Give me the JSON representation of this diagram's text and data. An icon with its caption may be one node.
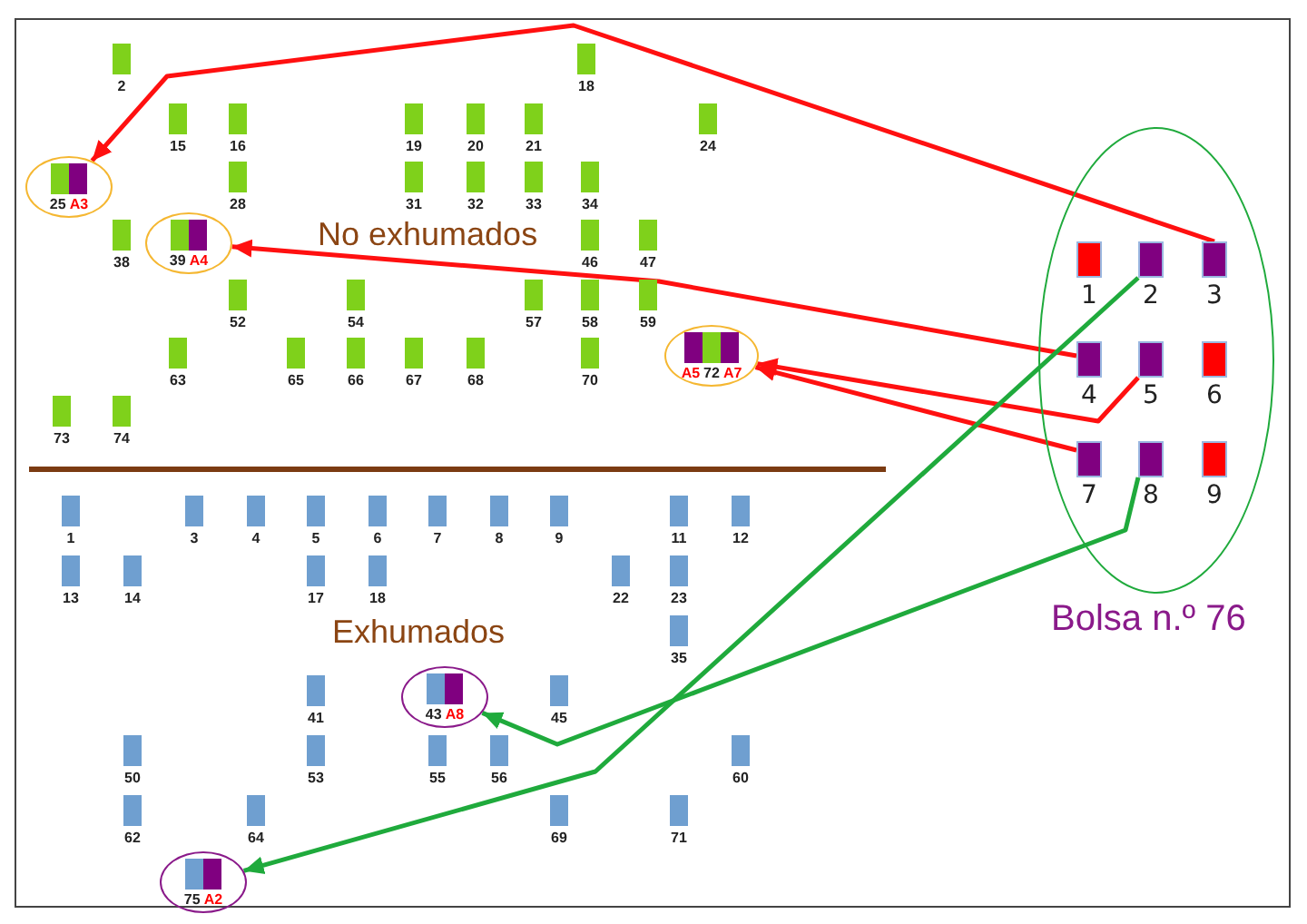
{
  "diagram": {
    "nodes": [
      {
        "text": [
          "2"
        ]
      },
      {
        "text": [
          "18"
        ]
      },
      {
        "text": [
          "15"
        ]
      },
      {
        "text": [
          "16"
        ]
      },
      {
        "text": [
          "19"
        ]
      },
      {
        "text": [
          "20"
        ]
      },
      {
        "text": [
          "21"
        ]
      },
      {
        "text": [
          "24"
        ]
      },
      {
        "text": [
          "25",
          "A3"
        ]
      },
      {
        "text": [
          "28"
        ]
      },
      {
        "text": [
          "31"
        ]
      },
      {
        "text": [
          "32"
        ]
      },
      {
        "text": [
          "33"
        ]
      },
      {
        "text": [
          "34"
        ]
      },
      {
        "text": [
          "38"
        ]
      },
      {
        "text": [
          "39",
          "A4"
        ]
      },
      {
        "text": [
          "46"
        ]
      },
      {
        "text": [
          "47"
        ]
      },
      {
        "text": [
          "52"
        ]
      },
      {
        "text": [
          "54"
        ]
      },
      {
        "text": [
          "57"
        ]
      },
      {
        "text": [
          "58"
        ]
      },
      {
        "text": [
          "59"
        ]
      },
      {
        "text": [
          "63"
        ]
      },
      {
        "text": [
          "65"
        ]
      },
      {
        "text": [
          "66"
        ]
      },
      {
        "text": [
          "67"
        ]
      },
      {
        "text": [
          "68"
        ]
      },
      {
        "text": [
          "70"
        ]
      },
      {
        "text": [
          "A5",
          "72",
          "A7"
        ]
      },
      {
        "text": [
          "73"
        ]
      },
      {
        "text": [
          "74"
        ]
      },
      {
        "text": [
          "Bolsa n.º 76"
        ]
      },
      {
        "text": [
          "1"
        ],
        "in": 32
      },
      {
        "text": [
          "2"
        ],
        "in": 32
      },
      {
        "text": [
          "3"
        ],
        "in": 32
      },
      {
        "text": [
          "4"
        ],
        "in": 32
      },
      {
        "text": [
          "5"
        ],
        "in": 32
      },
      {
        "text": [
          "6"
        ],
        "in": 32
      },
      {
        "text": [
          "7"
        ],
        "in": 32
      },
      {
        "text": [
          "8"
        ],
        "in": 32
      },
      {
        "text": [
          "9"
        ],
        "in": 32
      },
      {
        "text": [
          "1"
        ]
      },
      {
        "text": [
          "3"
        ]
      },
      {
        "text": [
          "4"
        ]
      },
      {
        "text": [
          "5"
        ]
      },
      {
        "text": [
          "6"
        ]
      },
      {
        "text": [
          "7"
        ]
      },
      {
        "text": [
          "8"
        ]
      },
      {
        "text": [
          "9"
        ]
      },
      {
        "text": [
          "11"
        ]
      },
      {
        "text": [
          "12"
        ]
      },
      {
        "text": [
          "13"
        ]
      },
      {
        "text": [
          "14"
        ]
      },
      {
        "text": [
          "17"
        ]
      },
      {
        "text": [
          "18"
        ]
      },
      {
        "text": [
          "22"
        ]
      },
      {
        "text": [
          "23"
        ]
      },
      {
        "text": [
          "35"
        ]
      },
      {
        "text": [
          "41"
        ]
      },
      {
        "text": [
          "43",
          "A8"
        ]
      },
      {
        "text": [
          "45"
        ]
      },
      {
        "text": [
          "50"
        ]
      },
      {
        "text": [
          "53"
        ]
      },
      {
        "text": [
          "55"
        ]
      },
      {
        "text": [
          "56"
        ]
      },
      {
        "text": [
          "60"
        ]
      },
      {
        "text": [
          "62"
        ]
      },
      {
        "text": [
          "64"
        ]
      },
      {
        "text": [
          "69"
        ]
      },
      {
        "text": [
          "71"
        ]
      },
      {
        "text": [
          "75",
          "A2"
        ]
      }
    ],
    "edges": [
      {
        "from": 35,
        "to": 8,
        "arrow": "to"
      },
      {
        "from": 36,
        "to": 15,
        "arrow": "to"
      },
      {
        "from": 37,
        "to": 29,
        "arrow": "to"
      },
      {
        "from": 39,
        "to": 29,
        "arrow": "to"
      },
      {
        "from": 34,
        "to": 71,
        "arrow": "to",
        "color": "#1faa3c"
      },
      {
        "from": 40,
        "to": 60,
        "arrow": "to",
        "color": "#1faa3c"
      }
    ],
    "labels": [
      "No exhumados",
      "Exhumados"
    ]
  }
}
